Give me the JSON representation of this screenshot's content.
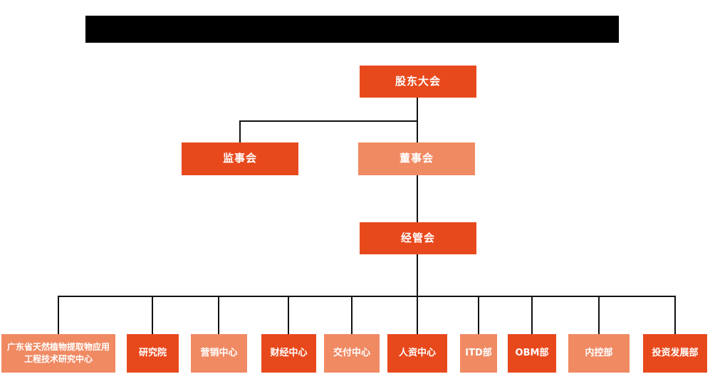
{
  "colors": {
    "primary_orange": "#E8491C",
    "secondary_orange": "#F08A63",
    "connector_line": "#111111",
    "redacted_bar": "#000000",
    "node_text": "#FFFFFF",
    "background": "#FFFFFF"
  },
  "org_chart": {
    "title_bar": {
      "redacted": true
    },
    "nodes": {
      "shareholders": {
        "label": "股东大会",
        "tone": "primary_orange"
      },
      "supervisory": {
        "label": "监事会",
        "tone": "primary_orange"
      },
      "board": {
        "label": "董事会",
        "tone": "secondary_orange"
      },
      "management": {
        "label": "经管会",
        "tone": "primary_orange"
      }
    },
    "departments": [
      {
        "label": "广东省天然植物提取物应用工程技术研究中心",
        "tone": "secondary_orange"
      },
      {
        "label": "研究院",
        "tone": "primary_orange"
      },
      {
        "label": "营销中心",
        "tone": "secondary_orange"
      },
      {
        "label": "财经中心",
        "tone": "primary_orange"
      },
      {
        "label": "交付中心",
        "tone": "secondary_orange"
      },
      {
        "label": "人资中心",
        "tone": "primary_orange"
      },
      {
        "label": "ITD部",
        "tone": "secondary_orange"
      },
      {
        "label": "OBM部",
        "tone": "primary_orange"
      },
      {
        "label": "内控部",
        "tone": "secondary_orange"
      },
      {
        "label": "投资发展部",
        "tone": "primary_orange"
      }
    ]
  }
}
